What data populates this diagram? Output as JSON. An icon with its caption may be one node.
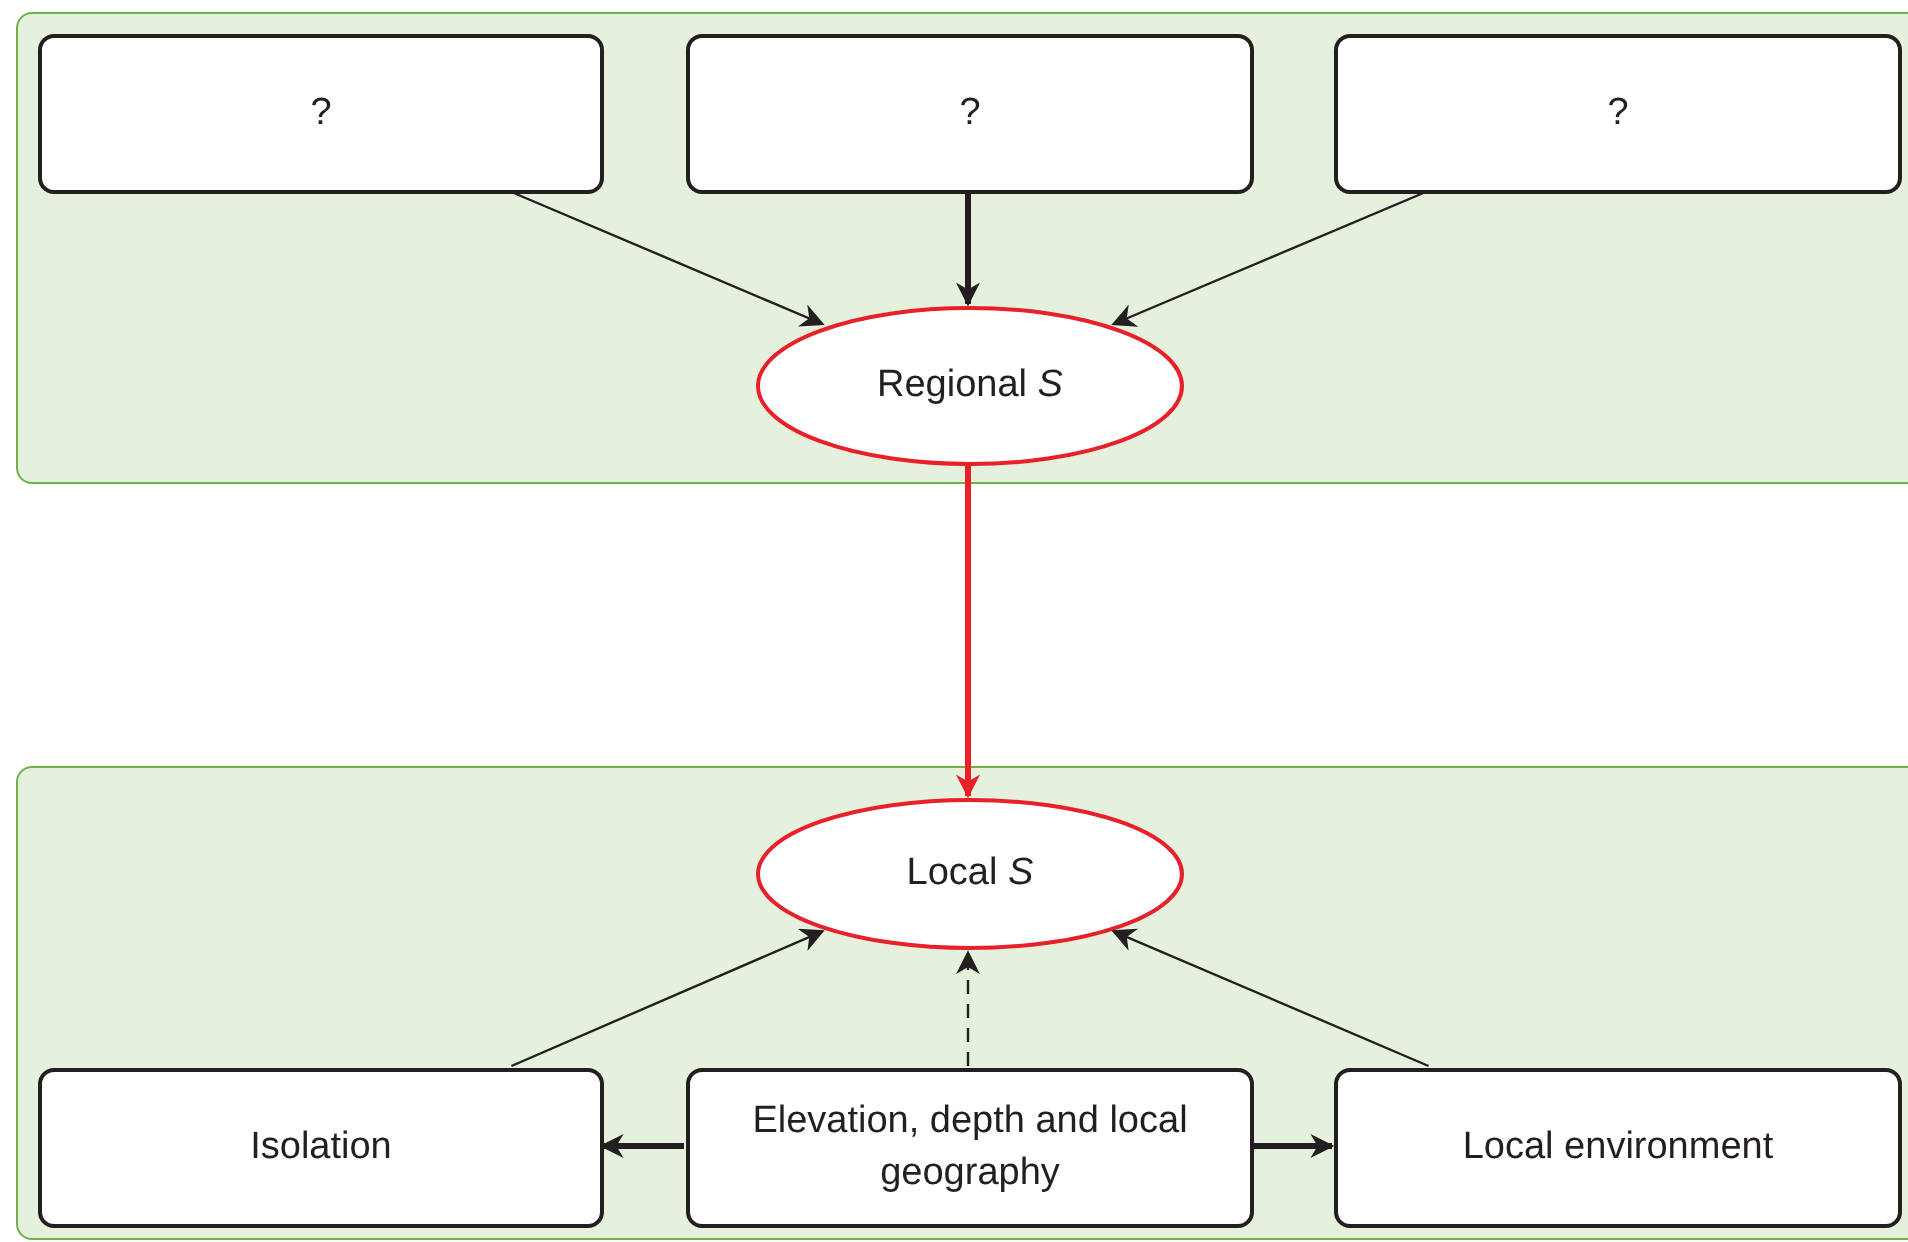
{
  "diagram": {
    "nodes": [
      {
        "text": [],
        "shape": "box"
      },
      {
        "text": [
          "?"
        ],
        "in": 0
      },
      {
        "text": [
          "?"
        ],
        "in": 0
      },
      {
        "text": [
          "?"
        ],
        "in": 0
      },
      {
        "text": [
          "Regional *S*"
        ],
        "in": 0
      },
      {
        "text": [],
        "shape": "box"
      },
      {
        "text": [
          "Local *S*"
        ],
        "in": 5
      },
      {
        "text": [
          "Isolation"
        ],
        "in": 5
      },
      {
        "text": [
          "Elevation, depth and local geography"
        ],
        "in": 5
      },
      {
        "text": [
          "Local environment"
        ],
        "in": 5
      }
    ],
    "edges": [
      {
        "from": 1,
        "to": 4,
        "arrow": "to"
      },
      {
        "from": 2,
        "to": 4,
        "arrow": "to",
        "style": "thick"
      },
      {
        "from": 3,
        "to": 4,
        "arrow": "to"
      },
      {
        "from": 4,
        "to": 6,
        "arrow": "to",
        "color": "#e8202a",
        "style": "thick"
      },
      {
        "from": 7,
        "to": 6,
        "arrow": "to"
      },
      {
        "from": 8,
        "to": 6,
        "arrow": "to",
        "style": "dashed"
      },
      {
        "from": 9,
        "to": 6,
        "arrow": "to"
      },
      {
        "from": 8,
        "to": 7,
        "arrow": "to",
        "style": "thick"
      },
      {
        "from": 8,
        "to": 9,
        "arrow": "to",
        "style": "thick"
      }
    ]
  }
}
